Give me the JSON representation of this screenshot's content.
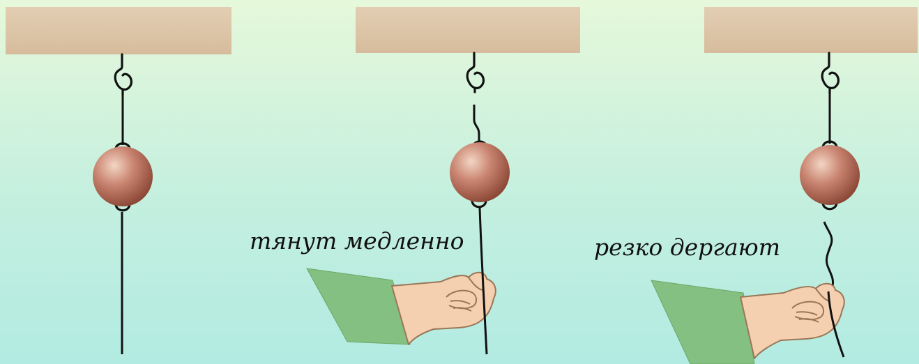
{
  "panels": [
    {
      "id": "panel-at-rest",
      "caption": ""
    },
    {
      "id": "panel-pull-slowly",
      "caption": "тянут медленно"
    },
    {
      "id": "panel-jerk-sharply",
      "caption": "резко дергают"
    }
  ],
  "colors": {
    "beam": "#ddc6a9",
    "beam_shadow": "#c9af8f",
    "ball_light": "#f1cdb8",
    "ball_mid": "#c98571",
    "ball_dark": "#8a4634",
    "thread": "#111111",
    "sleeve": "#84c081",
    "sleeve_edge": "#5f9a5c",
    "hand": "#f4d0b1",
    "hand_edge": "#9a7656",
    "background_top": "#e6f8da",
    "background_bottom": "#b2ebe2"
  },
  "icons": [
    "ceiling-beam",
    "wire-hook",
    "ball-weight",
    "thread",
    "hand"
  ]
}
